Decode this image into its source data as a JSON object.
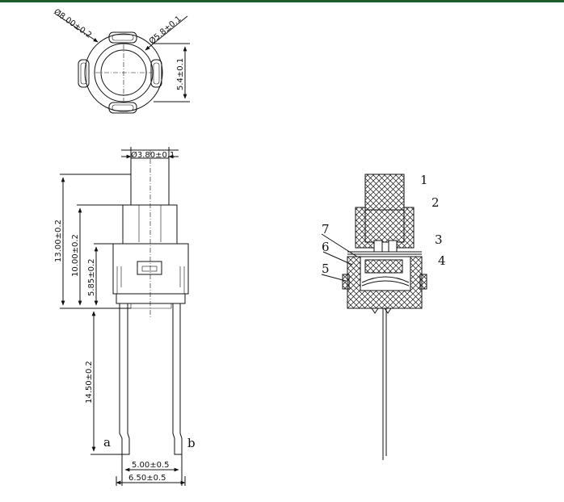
{
  "dimensions": {
    "outer_diameter": "Ø8.00±0.2",
    "inner_diameter": "Ø5.8±0.1",
    "body_width": "5.4±0.1",
    "actuator_diameter": "Ø3.80±0.1",
    "total_height": "13.00±0.2",
    "actuator_height": "10.00±0.2",
    "body_height": "5.85±0.2",
    "pin_length": "14.50±0.2",
    "pin_spacing_inner": "5.00±0.5",
    "pin_spacing_outer": "6.50±0.5"
  },
  "pins": {
    "a": "a",
    "b": "b"
  },
  "callouts": [
    "1",
    "2",
    "3",
    "4",
    "5",
    "6",
    "7"
  ]
}
